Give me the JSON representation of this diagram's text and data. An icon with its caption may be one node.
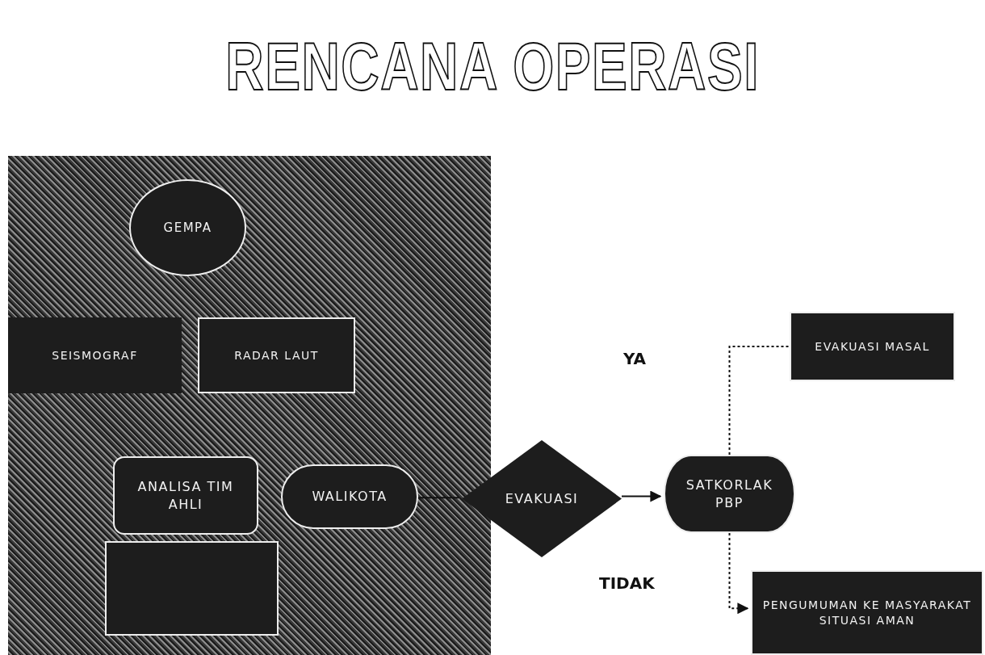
{
  "diagram": {
    "title": "RENCANA OPERASI",
    "nodes": [
      {
        "text": [
          "GEMPA"
        ]
      },
      {
        "text": [
          "SEISMOGRAF"
        ]
      },
      {
        "text": [
          "RADAR LAUT"
        ]
      },
      {
        "text": [
          "ANALISA TIM AHLI"
        ]
      },
      {
        "text": [
          "WALIKOTA"
        ]
      },
      {
        "text": [],
        "shape": "box"
      },
      {
        "text": [
          "EVAKUASI"
        ]
      },
      {
        "text": [
          "SATKORLAK PBP"
        ]
      },
      {
        "text": [
          "EVAKUASI MASAL"
        ]
      },
      {
        "text": [
          "PENGUMUMAN KE MASYARAKAT SITUASI AMAN"
        ]
      }
    ],
    "edges": [
      {
        "from": 4,
        "to": 6,
        "arrow": "none"
      },
      {
        "from": 6,
        "to": 7,
        "arrow": "to"
      },
      {
        "from": 7,
        "to": 8,
        "arrow": "none",
        "style": "dashed"
      },
      {
        "from": 7,
        "to": 9,
        "arrow": "to",
        "style": "dashed"
      }
    ],
    "labels": [
      "YA",
      "TIDAK"
    ]
  }
}
